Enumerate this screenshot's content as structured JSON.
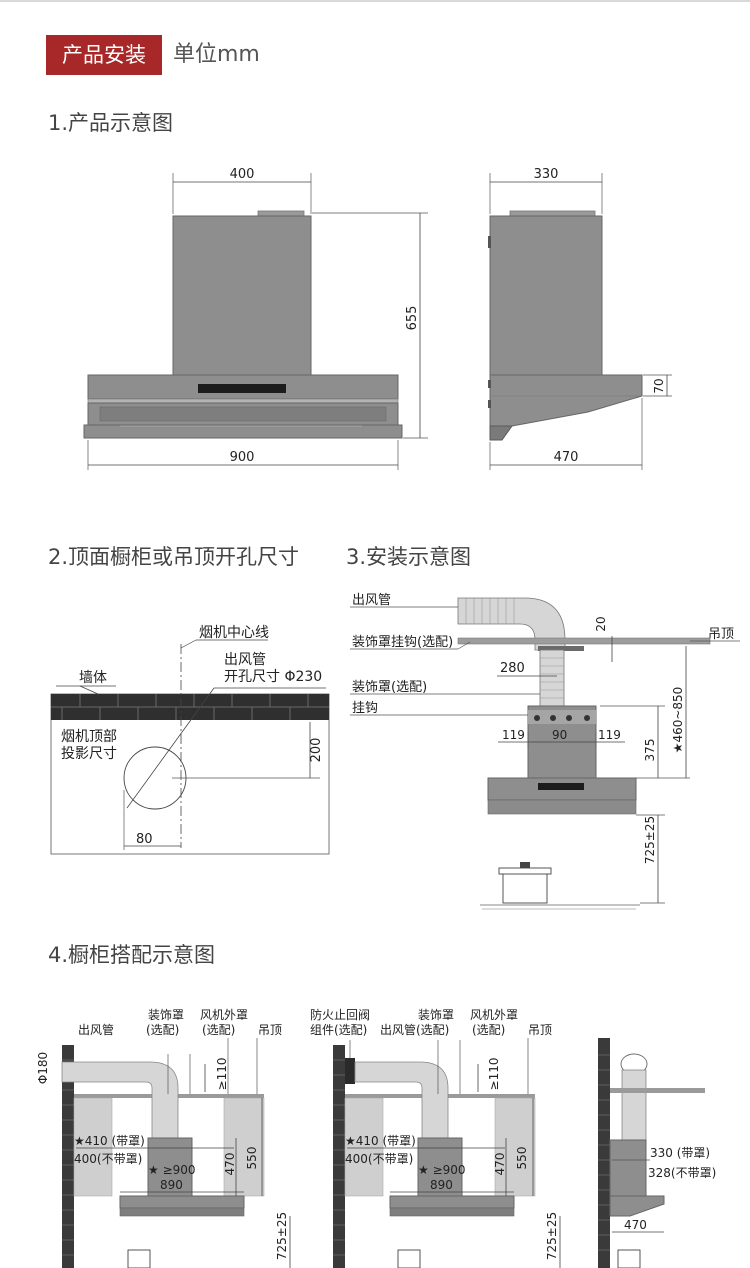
{
  "header": {
    "badge": "产品安装",
    "unit": "单位mm"
  },
  "section1": {
    "title": "1.产品示意图",
    "front": {
      "top_width": "400",
      "height": "655",
      "bottom_width": "900"
    },
    "side": {
      "top_width": "330",
      "hood_height": "70",
      "bottom_width": "470"
    }
  },
  "section2": {
    "title": "2.顶面橱柜或吊顶开孔尺寸",
    "center_line": "烟机中心线",
    "wall": "墙体",
    "duct_line1": "出风管",
    "duct_line2": "开孔尺寸 Φ230",
    "projection_line1": "烟机顶部",
    "projection_line2": "投影尺寸",
    "dim_200": "200",
    "dim_80": "80"
  },
  "section3": {
    "title": "3.安装示意图",
    "duct": "出风管",
    "bracket": "装饰罩挂钩(选配)",
    "ceiling": "吊顶",
    "cover": "装饰罩(选配)",
    "hook": "挂钩",
    "dim_20": "20",
    "dim_280": "280",
    "dim_119a": "119",
    "dim_90": "90",
    "dim_119b": "119",
    "dim_375": "375",
    "dim_range": "★460~850",
    "dim_725": "725±25"
  },
  "section4": {
    "title": "4.橱柜搭配示意图",
    "a": {
      "phi": "Φ180",
      "duct": "出风管",
      "cover_line1": "装饰罩",
      "cover_line2": "(选配)",
      "shell_line1": "风机外罩",
      "shell_line2": "(选配)",
      "ceiling": "吊顶",
      "dim_110": "≥110",
      "dim_410": "★410 (带罩)",
      "dim_400": "400(不带罩)",
      "dim_900": "★ ≥900",
      "dim_890": "890",
      "dim_470": "470",
      "dim_550": "550",
      "dim_725": "725±25"
    },
    "b": {
      "valve_line1": "防火止回阀",
      "valve_line2": "组件(选配)",
      "duct": "出风管",
      "cover_line1": "装饰罩",
      "cover_line2": "(选配)",
      "shell_line1": "风机外罩",
      "shell_line2": "(选配)",
      "ceiling": "吊顶",
      "dim_110": "≥110",
      "dim_410": "★410 (带罩)",
      "dim_400": "400(不带罩)",
      "dim_900": "★ ≥900",
      "dim_890": "890",
      "dim_470": "470",
      "dim_550": "550",
      "dim_725": "725±25"
    },
    "c": {
      "dim_330": "330 (带罩)",
      "dim_328": "328(不带罩)",
      "dim_470": "470"
    }
  },
  "colors": {
    "badge": "#a8282a",
    "hood": "#8e8e8e",
    "wall": "#2f2f2f",
    "cabinet": "#cfcfcf"
  }
}
